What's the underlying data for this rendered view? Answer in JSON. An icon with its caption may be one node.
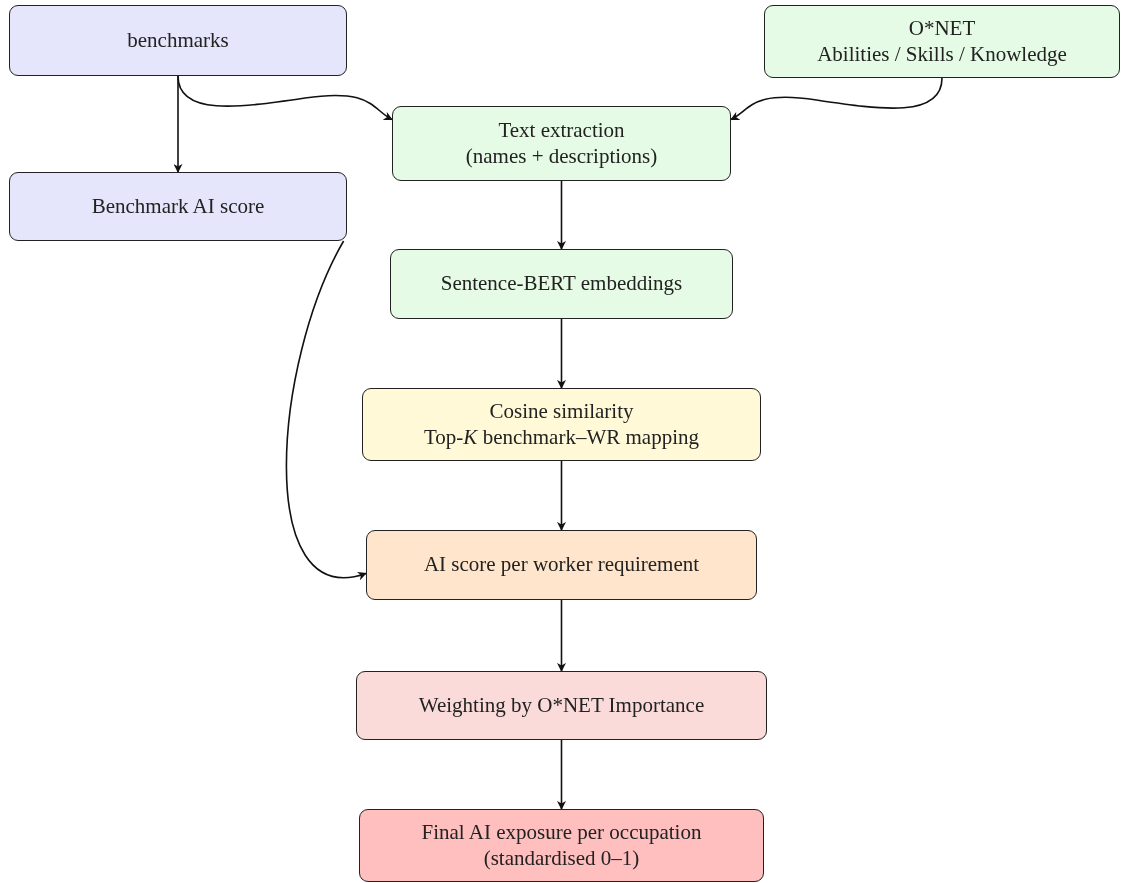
{
  "diagram": {
    "nodes": [
      {
        "text": [
          "benchmarks"
        ]
      },
      {
        "text": [
          "O*NET",
          "Abilities / Skills / Knowledge"
        ]
      },
      {
        "text": [
          "Text extraction",
          "(names + descriptions)"
        ]
      },
      {
        "text": [
          "Benchmark AI score"
        ]
      },
      {
        "text": [
          "Sentence-BERT embeddings"
        ]
      },
      {
        "text": [
          "Cosine similarity",
          "Top-*K* benchmark–WR mapping"
        ]
      },
      {
        "text": [
          "AI score per worker requirement"
        ]
      },
      {
        "text": [
          "Weighting by O*NET Importance"
        ]
      },
      {
        "text": [
          "Final AI exposure per occupation",
          "(standardised 0–1)"
        ]
      }
    ],
    "edges": [
      {
        "from": 0,
        "to": 2,
        "arrow": "to"
      },
      {
        "from": 1,
        "to": 2,
        "arrow": "to"
      },
      {
        "from": 0,
        "to": 3,
        "arrow": "to"
      },
      {
        "from": 2,
        "to": 4,
        "arrow": "to"
      },
      {
        "from": 4,
        "to": 5,
        "arrow": "to"
      },
      {
        "from": 5,
        "to": 6,
        "arrow": "to"
      },
      {
        "from": 3,
        "to": 6,
        "arrow": "to"
      },
      {
        "from": 6,
        "to": 7,
        "arrow": "to"
      },
      {
        "from": 7,
        "to": 8,
        "arrow": "to"
      }
    ]
  }
}
